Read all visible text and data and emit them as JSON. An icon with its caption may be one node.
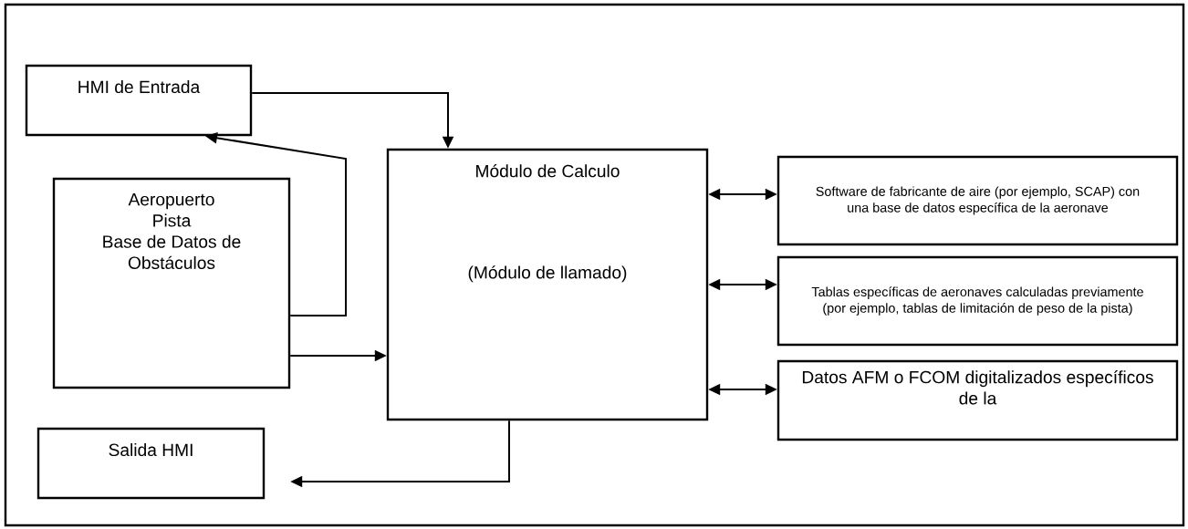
{
  "diagram": {
    "nodes": [
      {
        "text": [
          "HMI de Entrada"
        ]
      },
      {
        "text": [
          "Aeropuerto",
          "Pista",
          "Base de Datos de Obstáculos"
        ]
      },
      {
        "text": [
          "Módulo de Calculo",
          "(Módulo de llamado)"
        ]
      },
      {
        "text": [
          "Software de fabricante de aire (por ejemplo, SCAP) con una base de datos específica de la aeronave"
        ]
      },
      {
        "text": [
          "Tablas específicas de aeronaves calculadas previamente (por ejemplo, tablas de limitación de peso de la pista)"
        ]
      },
      {
        "text": [
          "Datos AFM o FCOM digitalizados específicos de la"
        ]
      },
      {
        "text": [
          "Salida HMI"
        ]
      }
    ],
    "edges": [
      {
        "from": 0,
        "to": 2,
        "arrow": "to"
      },
      {
        "from": 1,
        "to": 0,
        "arrow": "to"
      },
      {
        "from": 1,
        "to": 2,
        "arrow": "to"
      },
      {
        "from": 2,
        "to": 3,
        "arrow": "both"
      },
      {
        "from": 2,
        "to": 4,
        "arrow": "both"
      },
      {
        "from": 2,
        "to": 5,
        "arrow": "both"
      },
      {
        "from": 2,
        "to": 6,
        "arrow": "to"
      }
    ]
  }
}
